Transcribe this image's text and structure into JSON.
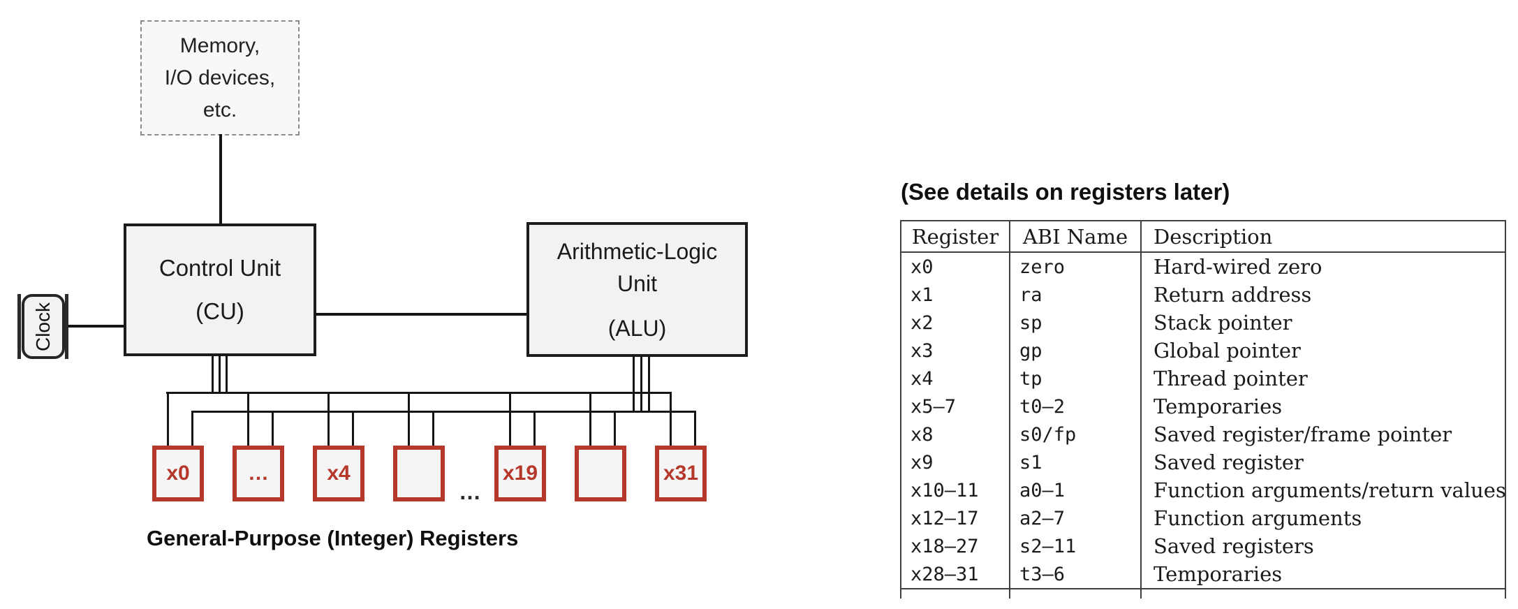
{
  "diagram": {
    "memory_box": {
      "lines": [
        "Memory,",
        "I/O devices,",
        "etc."
      ]
    },
    "clock": {
      "label": "Clock"
    },
    "control_unit": {
      "lines": [
        "Control Unit",
        "(CU)"
      ]
    },
    "alu": {
      "lines": [
        "Arithmetic-Logic",
        "Unit",
        "(ALU)"
      ]
    },
    "registers": {
      "boxes": [
        {
          "label": "x0"
        },
        {
          "label": "…"
        },
        {
          "label": "x4"
        },
        {
          "label": ""
        },
        {
          "label": "x19"
        },
        {
          "label": ""
        },
        {
          "label": "x31"
        }
      ],
      "gap_ellipsis": "…",
      "caption": "General-Purpose (Integer) Registers"
    },
    "colors": {
      "register_accent": "#b5382b",
      "box_fill": "#f2f2f2",
      "line": "#151515"
    }
  },
  "register_table": {
    "title": "(See details on registers later)",
    "headers": [
      "Register",
      "ABI Name",
      "Description"
    ],
    "rows": [
      {
        "register": "x0",
        "abi": "zero",
        "description": "Hard-wired zero"
      },
      {
        "register": "x1",
        "abi": "ra",
        "description": "Return address"
      },
      {
        "register": "x2",
        "abi": "sp",
        "description": "Stack pointer"
      },
      {
        "register": "x3",
        "abi": "gp",
        "description": "Global pointer"
      },
      {
        "register": "x4",
        "abi": "tp",
        "description": "Thread pointer"
      },
      {
        "register": "x5–7",
        "abi": "t0–2",
        "description": "Temporaries"
      },
      {
        "register": "x8",
        "abi": "s0/fp",
        "description": "Saved register/frame pointer"
      },
      {
        "register": "x9",
        "abi": "s1",
        "description": "Saved register"
      },
      {
        "register": "x10–11",
        "abi": "a0–1",
        "description": "Function arguments/return values"
      },
      {
        "register": "x12–17",
        "abi": "a2–7",
        "description": "Function arguments"
      },
      {
        "register": "x18–27",
        "abi": "s2–11",
        "description": "Saved registers"
      },
      {
        "register": "x28–31",
        "abi": "t3–6",
        "description": "Temporaries"
      }
    ]
  }
}
